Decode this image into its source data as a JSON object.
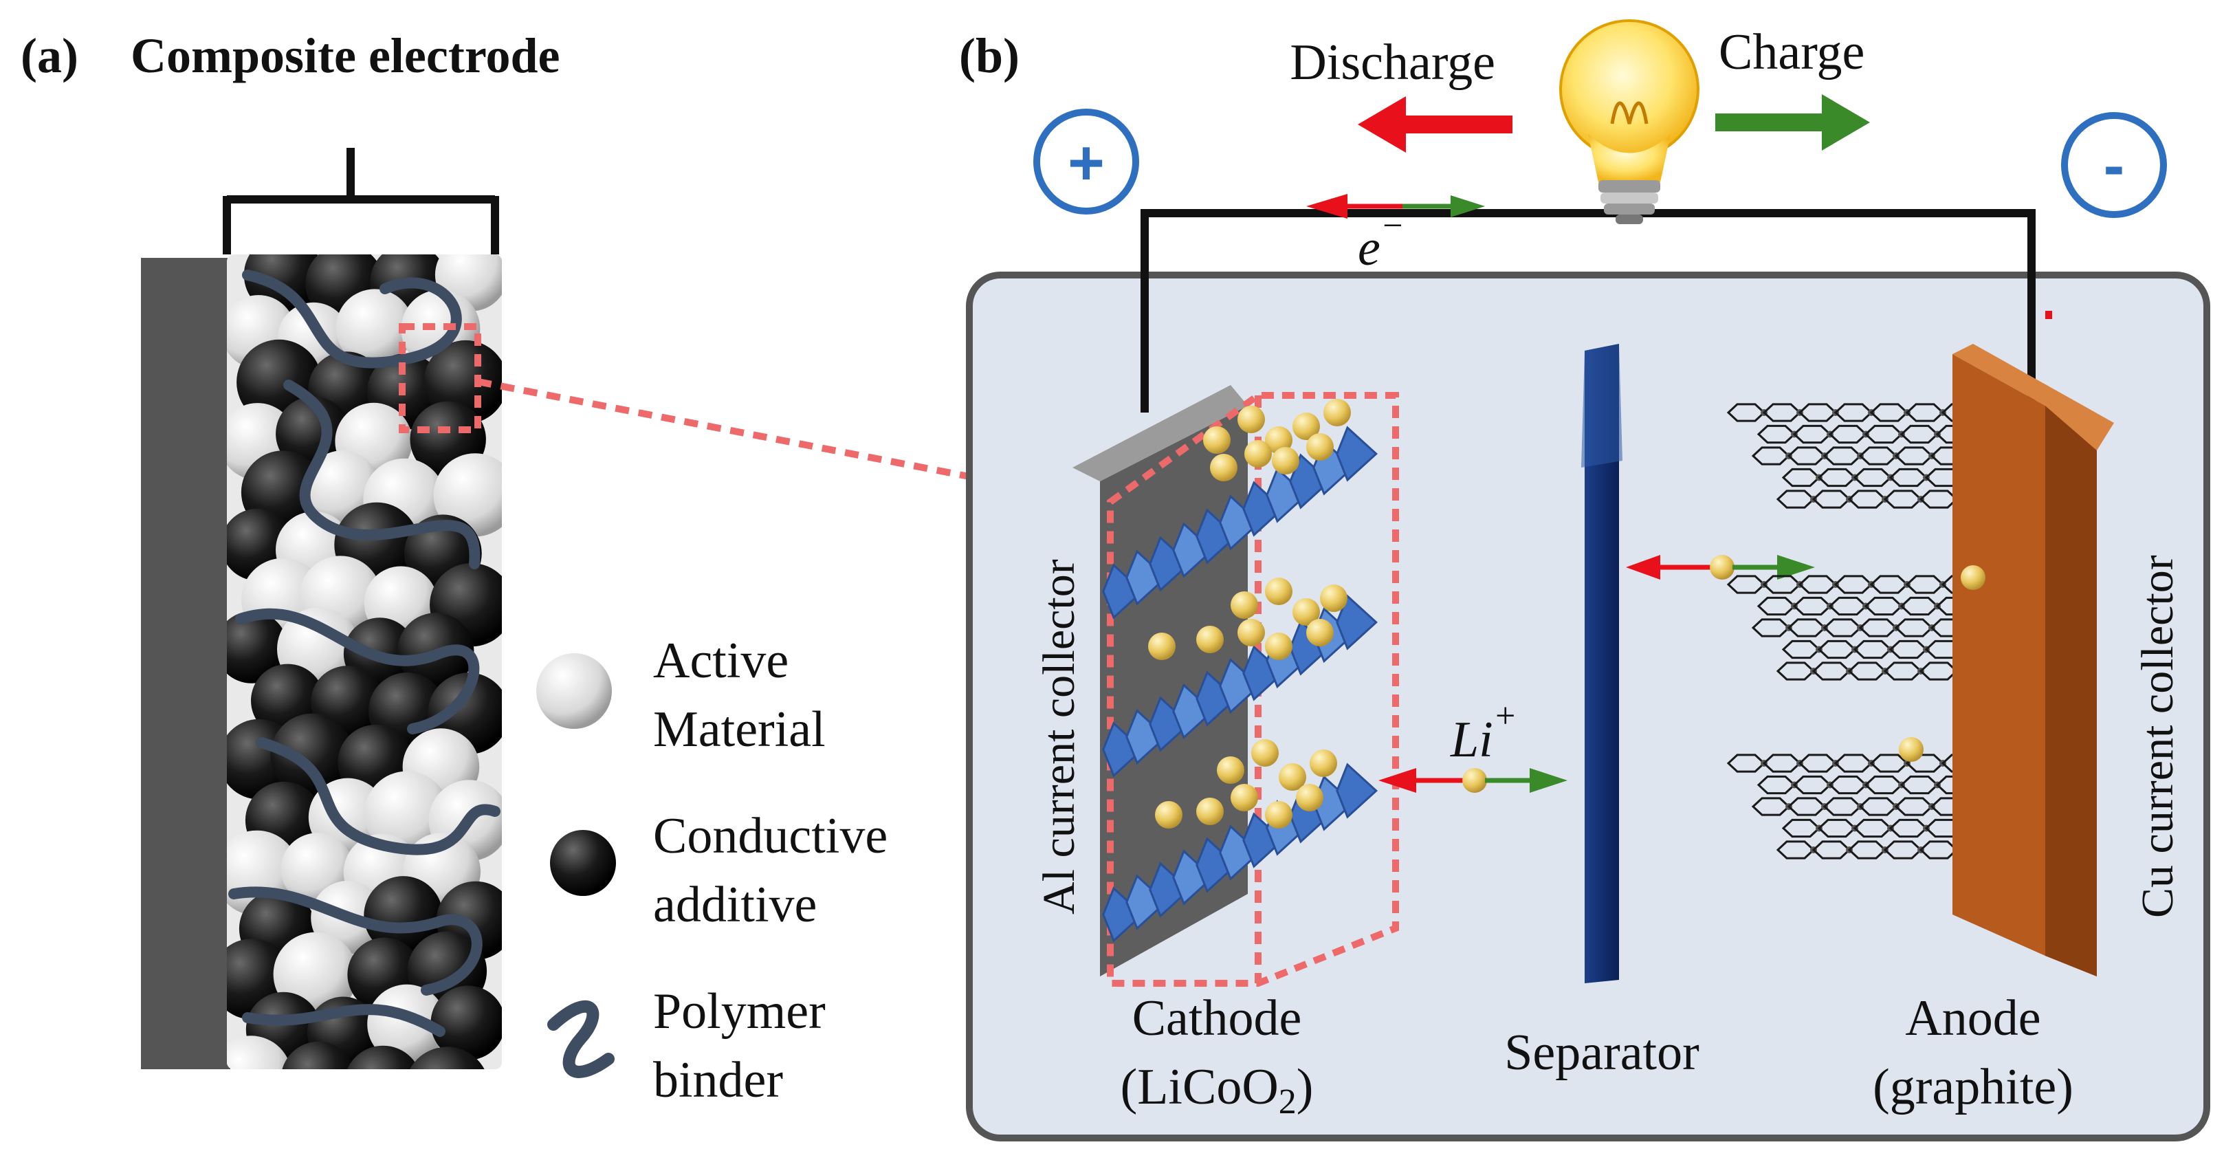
{
  "panel_a": {
    "tag": "(a)",
    "title": "Composite electrode",
    "legend": {
      "active_line1": "Active",
      "active_line2": "Material",
      "conductive_line1": "Conductive",
      "conductive_line2": "additive",
      "polymer_line1": "Polymer",
      "polymer_line2": "binder"
    }
  },
  "panel_b": {
    "tag": "(b)",
    "discharge": "Discharge",
    "charge": "Charge",
    "plus": "+",
    "minus": "-",
    "electron": "e",
    "electron_sup": "−",
    "ion": "Li",
    "ion_sup": "+",
    "al_collector": "Al current collector",
    "cu_collector": "Cu current collector",
    "cathode_line1": "Cathode",
    "cathode_line2_a": "(LiCoO",
    "cathode_line2_sub": "2",
    "cathode_line2_b": ")",
    "separator": "Separator",
    "anode_line1": "Anode",
    "anode_line2": "(graphite)"
  },
  "colors": {
    "discharge_arrow": "#e8101a",
    "charge_arrow": "#3a8a2a",
    "cell_fill": "#dfe5ef",
    "separator": "#0f2a66",
    "cu_collector": "#b65a1e",
    "sign_ring": "#2f6fbf"
  }
}
